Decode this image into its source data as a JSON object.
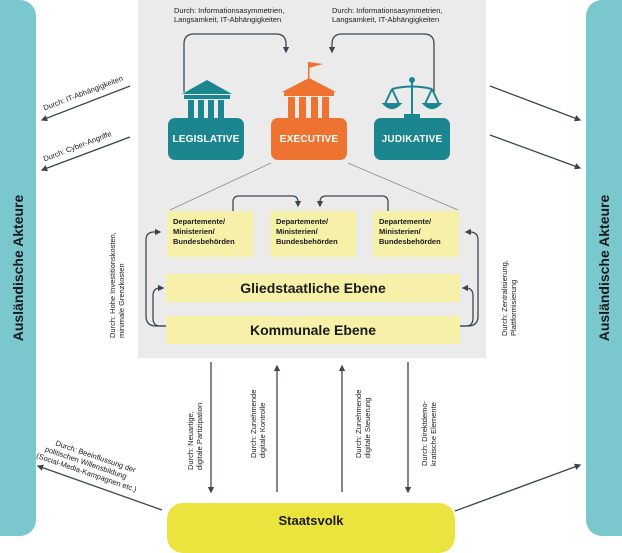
{
  "side_actors": {
    "left_label": "Ausländische Akteure",
    "right_label": "Ausländische Akteure"
  },
  "top_annotations": {
    "left": [
      "Durch: Informationsasymmetrien,",
      "Langsamkeit, IT-Abhängigkeiten"
    ],
    "right": [
      "Durch: Informationsasymmetrien,",
      "Langsamkeit, IT-Abhängigkeiten"
    ]
  },
  "branches": [
    {
      "label": "LEGISLATIVE",
      "icon": "parliament-building-icon",
      "color": "#1b8690"
    },
    {
      "label": "EXECUTIVE",
      "icon": "government-building-flag-icon",
      "color": "#ee7330"
    },
    {
      "label": "JUDIKATIVE",
      "icon": "scales-of-justice-icon",
      "color": "#1b8690"
    }
  ],
  "departments": [
    {
      "lines": [
        "Departemente/",
        "Ministerien/",
        "Bundesbehörden"
      ]
    },
    {
      "lines": [
        "Departemente/",
        "Ministerien/",
        "Bundesbehörden"
      ]
    },
    {
      "lines": [
        "Departemente/",
        "Ministerien/",
        "Bundesbehörden"
      ]
    }
  ],
  "levels": {
    "state": "Gliedstaatliche Ebene",
    "municipal": "Kommunale Ebene"
  },
  "people": "Staatsvolk",
  "left_annotations": {
    "it_dependencies": "Durch: IT-Abhängigkeiten",
    "cyber_attacks": "Durch: Cyber-Angriffe",
    "costs": [
      "Durch: Hohe Investitionskosten,",
      "minimale Grenzkosten"
    ],
    "influence": [
      "Durch: Beeinflussung der",
      "politischen Willensbildung",
      "(Social-Media-Kampagnen etc.)"
    ]
  },
  "right_annotations": {
    "centralization": [
      "Durch: Zentralisierung,",
      "Plattformisierung"
    ]
  },
  "bottom_annotations": [
    [
      "Durch: Neuartige,",
      "digitale Partizipation"
    ],
    [
      "Durch: Zunehmende",
      "digitale Kontrolle"
    ],
    [
      "Durch: Zunehmende",
      "digitale Steuerung"
    ],
    [
      "Durch: Direktdemo-",
      "kratische Elemente"
    ]
  ],
  "colors": {
    "side_bars": "#7ac7cd",
    "panel": "#ebebeb",
    "teal": "#1b8690",
    "orange": "#ee7330",
    "pale_yellow": "#f6f0a8",
    "yellow": "#ece43e",
    "arrow": "#3c4650"
  }
}
